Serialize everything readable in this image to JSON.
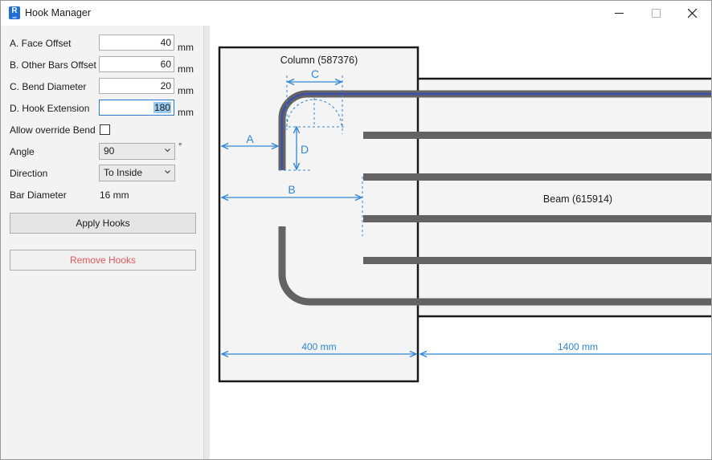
{
  "window": {
    "title": "Hook Manager",
    "app_icon_letter": "R",
    "app_icon_sub": "rvt"
  },
  "form": {
    "face_offset": {
      "label": "A. Face Offset",
      "value": "40",
      "unit": "mm"
    },
    "other_bars_offset": {
      "label": "B. Other Bars Offset",
      "value": "60",
      "unit": "mm"
    },
    "bend_diameter": {
      "label": "C. Bend Diameter",
      "value": "20",
      "unit": "mm"
    },
    "hook_extension": {
      "label": "D. Hook Extension",
      "value": "180",
      "unit": "mm"
    },
    "allow_override": {
      "label": "Allow override Bend",
      "checked": false
    },
    "angle": {
      "label": "Angle",
      "value": "90",
      "unit": "°"
    },
    "direction": {
      "label": "Direction",
      "value": "To Inside"
    },
    "bar_diameter": {
      "label": "Bar Diameter",
      "value": "16 mm"
    }
  },
  "buttons": {
    "apply": "Apply Hooks",
    "remove": "Remove Hooks"
  },
  "diagram": {
    "column_label": "Column (587376)",
    "beam_label": "Beam (615914)",
    "dim_a": "A",
    "dim_b": "B",
    "dim_c": "C",
    "dim_d": "D",
    "column_width": "400 mm",
    "beam_length": "1400 mm"
  },
  "colors": {
    "dimension": "#2f86d8",
    "rebar": "#636363",
    "highlight": "#3d4fa8",
    "remove_text": "#e05a5a"
  },
  "icons": [
    "minimize-icon",
    "maximize-icon",
    "close-icon",
    "chevron-down-icon"
  ]
}
